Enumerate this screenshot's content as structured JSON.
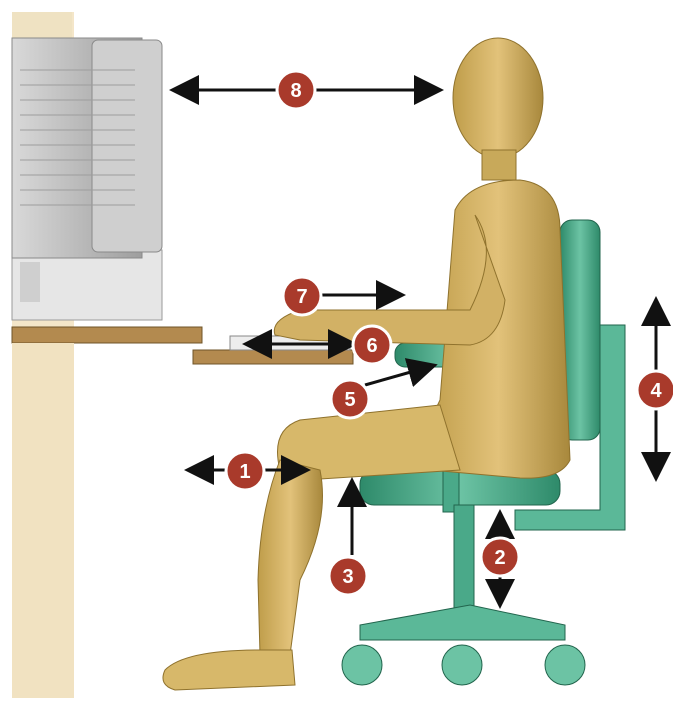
{
  "colors": {
    "background": "#ffffff",
    "wall_panel": "#f4e6c9",
    "desk": "#b38a4f",
    "figure": "#d7b86a",
    "figure_shade": "#a98a3a",
    "chair": "#4aa989",
    "chair_dark": "#2a7b60",
    "monitor": "#c8c8c8",
    "marker": "#a93a2b",
    "arrow": "#111111"
  },
  "markers": [
    "1",
    "2",
    "3",
    "4",
    "5",
    "6",
    "7",
    "8"
  ]
}
